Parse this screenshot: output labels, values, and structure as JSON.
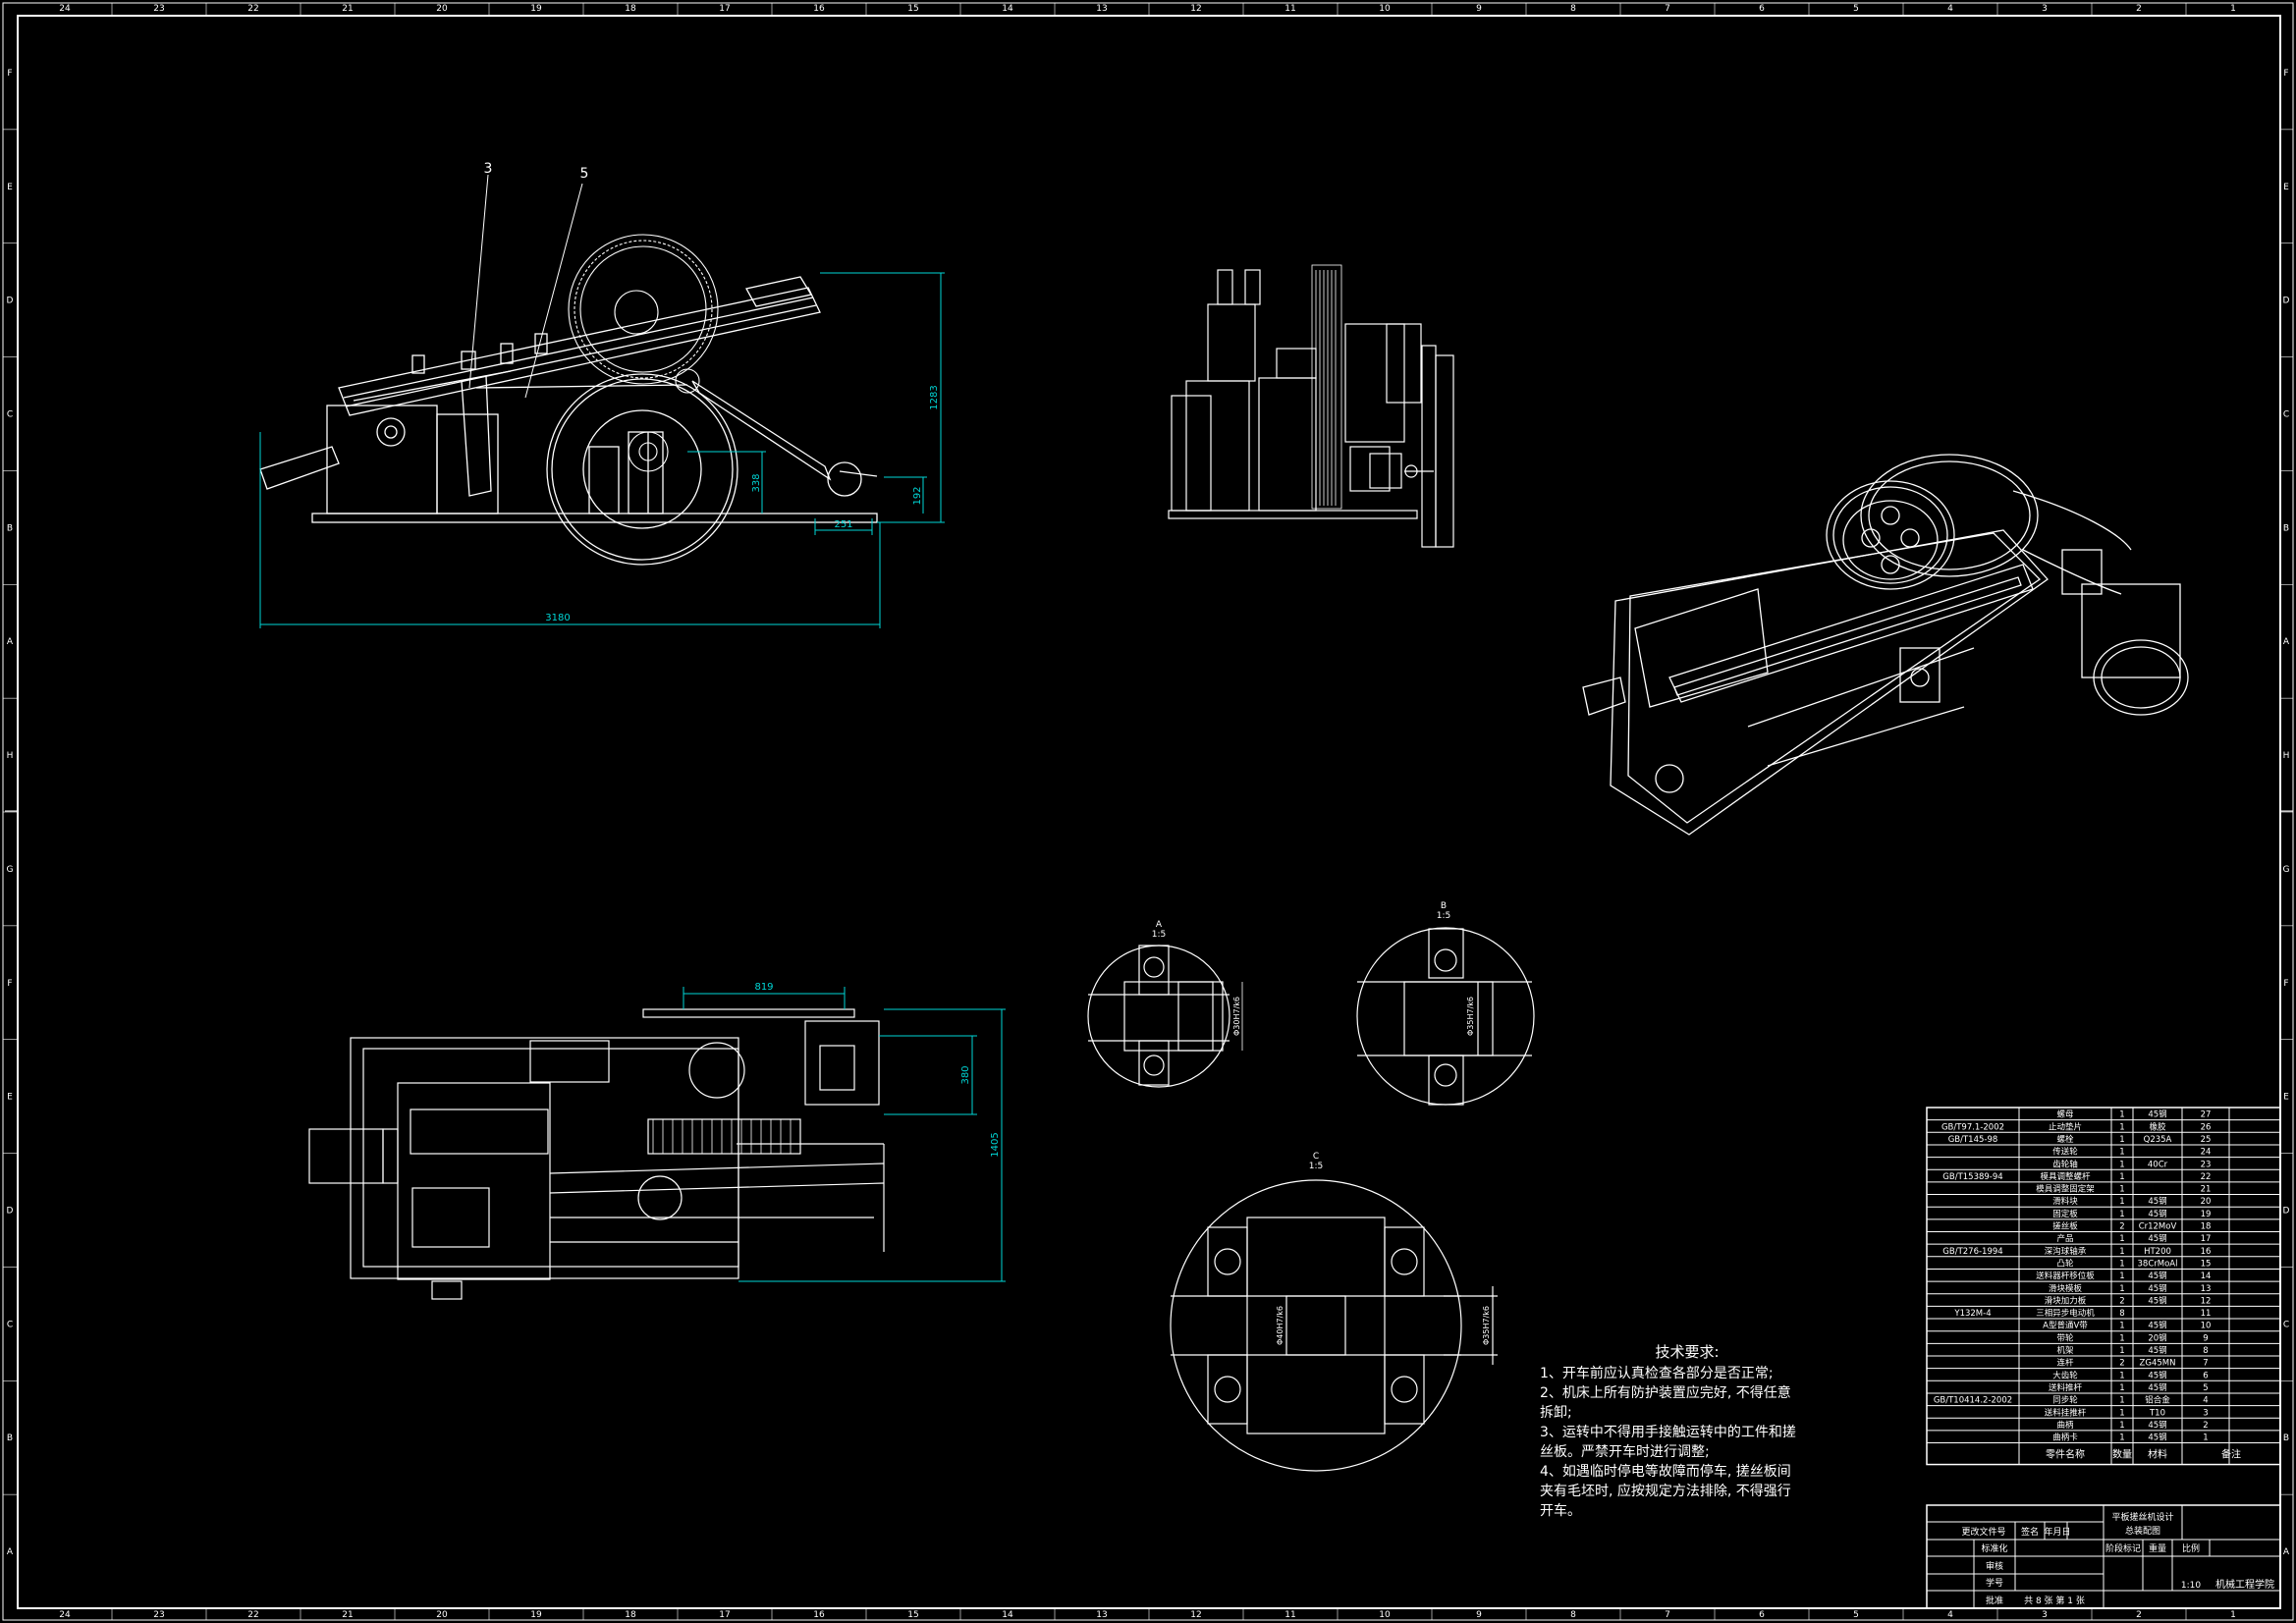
{
  "drawing": {
    "border_letters": [
      "F",
      "E",
      "D",
      "C",
      "B",
      "A",
      "H",
      "G",
      "F",
      "E",
      "D",
      "C",
      "B",
      "A"
    ],
    "border_numbers": [
      "24",
      "23",
      "22",
      "21",
      "20",
      "19",
      "18",
      "17",
      "16",
      "15",
      "14",
      "13",
      "12",
      "11",
      "10",
      "9",
      "8",
      "7",
      "6",
      "5",
      "4",
      "3",
      "2",
      "1"
    ],
    "front_view": {
      "balloons": [
        "3",
        "5"
      ],
      "dims": [
        "3180",
        "1283",
        "338",
        "192",
        "251"
      ]
    },
    "plan_view": {
      "dims": [
        "819",
        "380",
        "1405"
      ]
    },
    "details": [
      {
        "label": "A",
        "scale": "1:5",
        "dim": "Φ30H7/k6"
      },
      {
        "label": "B",
        "scale": "1:5",
        "dim": "Φ35H7/k6"
      },
      {
        "label": "C",
        "scale": "1:5",
        "dims": [
          "Φ40H7/k6",
          "Φ35H7/k6"
        ]
      }
    ]
  },
  "tech_requirements": {
    "title": "技术要求:",
    "lines": [
      "1、开车前应认真检查各部分是否正常;",
      "2、机床上所有防护装置应完好, 不得任意",
      "拆卸;",
      "3、运转中不得用手接触运转中的工件和搓",
      "丝板。严禁开车时进行调整;",
      "4、如遇临时停电等故障而停车, 搓丝板间",
      "夹有毛坯时, 应按规定方法排除, 不得强行",
      "开车。"
    ]
  },
  "bom": {
    "rows": [
      {
        "std": "",
        "name": "螺母",
        "qty": "1",
        "mat": "45钢",
        "no": "27"
      },
      {
        "std": "GB/T97.1-2002",
        "name": "止动垫片",
        "qty": "1",
        "mat": "橡胶",
        "no": "26"
      },
      {
        "std": "GB/T145-98",
        "name": "螺栓",
        "qty": "1",
        "mat": "Q235A",
        "no": "25"
      },
      {
        "std": "",
        "name": "传送轮",
        "qty": "1",
        "mat": "",
        "no": "24"
      },
      {
        "std": "",
        "name": "齿轮轴",
        "qty": "1",
        "mat": "40Cr",
        "no": "23"
      },
      {
        "std": "GB/T15389-94",
        "name": "模具调整螺杆",
        "qty": "1",
        "mat": "",
        "no": "22"
      },
      {
        "std": "",
        "name": "模具调整固定架",
        "qty": "1",
        "mat": "",
        "no": "21"
      },
      {
        "std": "",
        "name": "滑料块",
        "qty": "1",
        "mat": "45钢",
        "no": "20"
      },
      {
        "std": "",
        "name": "固定板",
        "qty": "1",
        "mat": "45钢",
        "no": "19"
      },
      {
        "std": "",
        "name": "搓丝板",
        "qty": "2",
        "mat": "Cr12MoV",
        "no": "18"
      },
      {
        "std": "",
        "name": "产品",
        "qty": "1",
        "mat": "45钢",
        "no": "17"
      },
      {
        "std": "GB/T276-1994",
        "name": "深沟球轴承",
        "qty": "1",
        "mat": "HT200",
        "no": "16"
      },
      {
        "std": "",
        "name": "凸轮",
        "qty": "1",
        "mat": "38CrMoAl",
        "no": "15"
      },
      {
        "std": "",
        "name": "送料器杆移位板",
        "qty": "1",
        "mat": "45钢",
        "no": "14"
      },
      {
        "std": "",
        "name": "滑块模板",
        "qty": "1",
        "mat": "45钢",
        "no": "13"
      },
      {
        "std": "",
        "name": "滑块加力板",
        "qty": "2",
        "mat": "45钢",
        "no": "12"
      },
      {
        "std": "Y132M-4",
        "name": "三相异步电动机",
        "qty": "8",
        "mat": "",
        "no": "11"
      },
      {
        "std": "",
        "name": "A型普通V带",
        "qty": "1",
        "mat": "45钢",
        "no": "10"
      },
      {
        "std": "",
        "name": "带轮",
        "qty": "1",
        "mat": "20钢",
        "no": "9"
      },
      {
        "std": "",
        "name": "机架",
        "qty": "1",
        "mat": "45钢",
        "no": "8"
      },
      {
        "std": "",
        "name": "连杆",
        "qty": "2",
        "mat": "ZG45MN",
        "no": "7"
      },
      {
        "std": "",
        "name": "大齿轮",
        "qty": "1",
        "mat": "45钢",
        "no": "6"
      },
      {
        "std": "",
        "name": "送料推杆",
        "qty": "1",
        "mat": "45钢",
        "no": "5"
      },
      {
        "std": "GB/T10414.2-2002",
        "name": "同步轮",
        "qty": "1",
        "mat": "铝合金",
        "no": "4"
      },
      {
        "std": "",
        "name": "送料挂推杆",
        "qty": "1",
        "mat": "T10",
        "no": "3"
      },
      {
        "std": "",
        "name": "曲柄",
        "qty": "1",
        "mat": "45钢",
        "no": "2"
      },
      {
        "std": "",
        "name": "曲柄卡",
        "qty": "1",
        "mat": "45钢",
        "no": "1"
      }
    ],
    "header": [
      "零件名称",
      "数量",
      "材料",
      "备注"
    ]
  },
  "title_block": {
    "title_line1": "平板搓丝机设计",
    "title_line2": "总装配图",
    "change_row": [
      "更改文件号",
      "签名",
      "年月日"
    ],
    "labels": [
      "标准化",
      "审核",
      "学号",
      "批准"
    ],
    "stage_header": [
      "阶段标记",
      "重量",
      "比例"
    ],
    "scale": "1:10",
    "sheets": "共 8 张  第 1 张",
    "school": "机械工程学院"
  }
}
